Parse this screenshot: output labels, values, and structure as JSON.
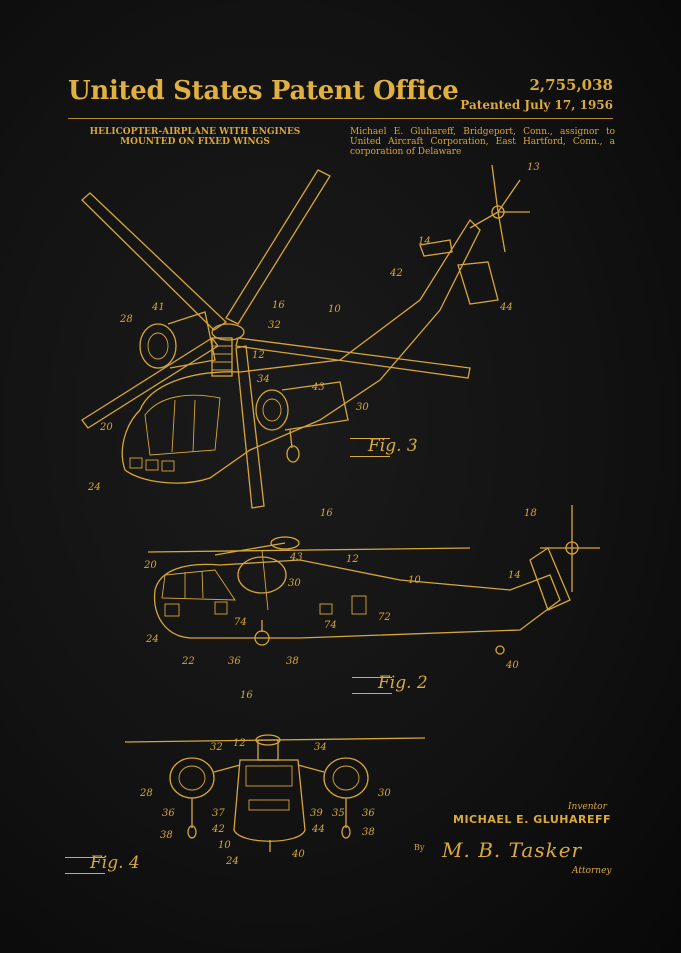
{
  "header": {
    "office": "United States Patent Office",
    "patent_number": "2,755,038",
    "patented_date": "Patented July 17, 1956",
    "invention_title_line1": "HELICOPTER-AIRPLANE WITH ENGINES",
    "invention_title_line2": "MOUNTED ON FIXED WINGS",
    "assignee_text": "Michael E. Gluhareff, Bridgeport, Conn., assignor to United Aircraft Corporation, East Hartford, Conn., a corporation of Delaware"
  },
  "figures": {
    "fig3": "Fig. 3",
    "fig2": "Fig. 2",
    "fig4": "Fig. 4"
  },
  "reference_numerals": {
    "fig3": [
      "13",
      "14",
      "42",
      "44",
      "10",
      "16",
      "32",
      "41",
      "28",
      "12",
      "34",
      "43",
      "30",
      "20",
      "24"
    ],
    "fig2": [
      "16",
      "18",
      "43",
      "12",
      "20",
      "30",
      "10",
      "14",
      "74",
      "74",
      "72",
      "24",
      "22",
      "36",
      "38",
      "40"
    ],
    "fig4": [
      "16",
      "12",
      "32",
      "34",
      "28",
      "30",
      "36",
      "37",
      "42",
      "39",
      "35",
      "36",
      "38",
      "44",
      "38",
      "10",
      "40",
      "24"
    ]
  },
  "signature_block": {
    "inventor_caption": "Inventor",
    "inventor_name": "MICHAEL E. GLUHAREFF",
    "by": "By",
    "signature": "M. B. Tasker",
    "attorney_caption": "Attorney"
  },
  "colors": {
    "background": "#0d0d0d",
    "gold": "#d7a63a"
  }
}
